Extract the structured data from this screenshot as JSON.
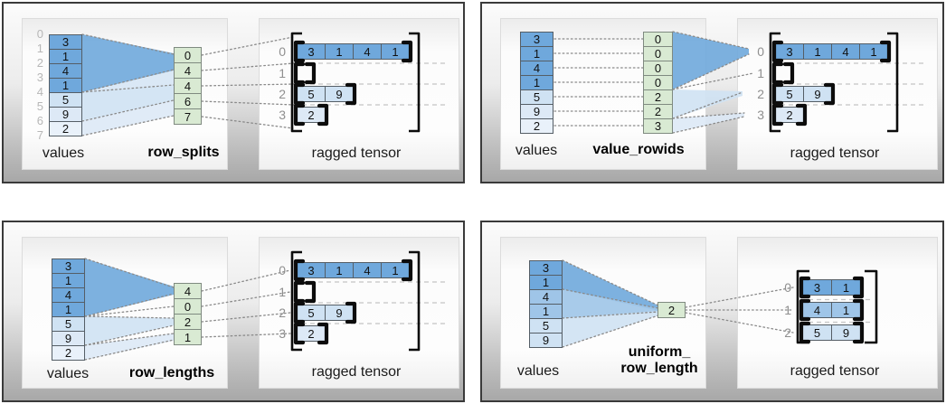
{
  "palette": {
    "blue_dark": "#6fa8dc",
    "blue_mid": "#9fc5e8",
    "blue_light": "#cfe2f3",
    "blue_lighter": "#dde9f6",
    "blue_lightest": "#e9f1fa",
    "green_param": "#d9ead3"
  },
  "panels": [
    {
      "name": "row_splits",
      "values_label": "values",
      "param_label": "row_splits",
      "result_label": "ragged tensor",
      "value_indices": [
        "0",
        "1",
        "2",
        "3",
        "4",
        "5",
        "6",
        "7"
      ],
      "values": [
        "3",
        "1",
        "4",
        "1",
        "5",
        "9",
        "2"
      ],
      "param_values": [
        "0",
        "4",
        "4",
        "6",
        "7"
      ],
      "row_indices": [
        "0",
        "1",
        "2",
        "3"
      ],
      "rows": [
        [
          "3",
          "1",
          "4",
          "1"
        ],
        [],
        [
          "5",
          "9"
        ],
        [
          "2"
        ]
      ]
    },
    {
      "name": "value_rowids",
      "values_label": "values",
      "param_label": "value_rowids",
      "result_label": "ragged tensor",
      "values": [
        "3",
        "1",
        "4",
        "1",
        "5",
        "9",
        "2"
      ],
      "param_values": [
        "0",
        "0",
        "0",
        "0",
        "2",
        "2",
        "3"
      ],
      "row_indices": [
        "0",
        "1",
        "2",
        "3"
      ],
      "rows": [
        [
          "3",
          "1",
          "4",
          "1"
        ],
        [],
        [
          "5",
          "9"
        ],
        [
          "2"
        ]
      ]
    },
    {
      "name": "row_lengths",
      "values_label": "values",
      "param_label": "row_lengths",
      "result_label": "ragged tensor",
      "values": [
        "3",
        "1",
        "4",
        "1",
        "5",
        "9",
        "2"
      ],
      "param_values": [
        "4",
        "0",
        "2",
        "1"
      ],
      "row_indices": [
        "0",
        "1",
        "2",
        "3"
      ],
      "rows": [
        [
          "3",
          "1",
          "4",
          "1"
        ],
        [],
        [
          "5",
          "9"
        ],
        [
          "2"
        ]
      ]
    },
    {
      "name": "uniform_row_length",
      "values_label": "values",
      "param_label_line1": "uniform_",
      "param_label_line2": "row_length",
      "result_label": "ragged tensor",
      "values": [
        "3",
        "1",
        "4",
        "1",
        "5",
        "9"
      ],
      "param_values": [
        "2"
      ],
      "row_indices": [
        "0",
        "1",
        "2"
      ],
      "rows": [
        [
          "3",
          "1"
        ],
        [
          "4",
          "1"
        ],
        [
          "5",
          "9"
        ]
      ]
    }
  ]
}
